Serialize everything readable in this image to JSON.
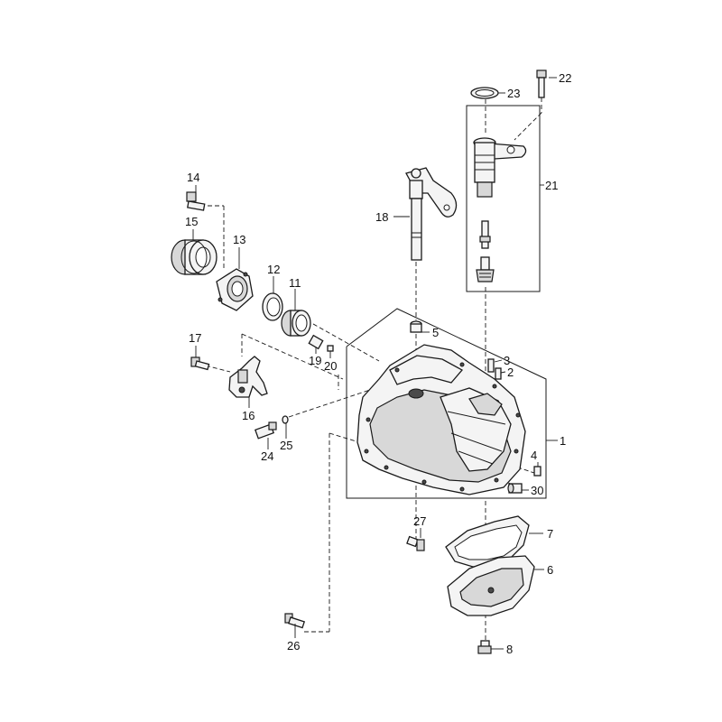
{
  "callouts": {
    "p1": "1",
    "p2": "2",
    "p3": "3",
    "p4": "4",
    "p5": "5",
    "p6": "6",
    "p7": "7",
    "p8": "8",
    "p11": "11",
    "p12": "12",
    "p13": "13",
    "p14": "14",
    "p15": "15",
    "p16": "16",
    "p17": "17",
    "p18": "18",
    "p19": "19",
    "p20": "20",
    "p21": "21",
    "p22": "22",
    "p23": "23",
    "p24": "24",
    "p25": "25",
    "p26": "26",
    "p27": "27",
    "p30": "30"
  }
}
